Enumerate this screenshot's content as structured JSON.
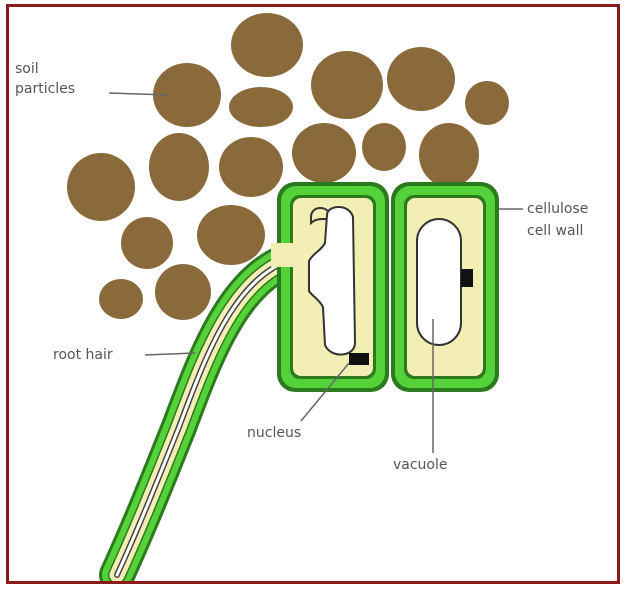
{
  "diagram": {
    "labels": {
      "soil_particles_line1": "soil",
      "soil_particles_line2": "particles",
      "root_hair": "root hair",
      "cellulose_line1": "cellulose",
      "cellulose_line2": "cell wall",
      "nucleus": "nucleus",
      "vacuole": "vacuole"
    },
    "colors": {
      "border": "#8b1a1a",
      "soil": "#8a6a3a",
      "cell_wall_green": "#55d13a",
      "cell_wall_dark": "#2c7a1e",
      "cytoplasm": "#f3efb4",
      "label_text": "#555555"
    }
  }
}
